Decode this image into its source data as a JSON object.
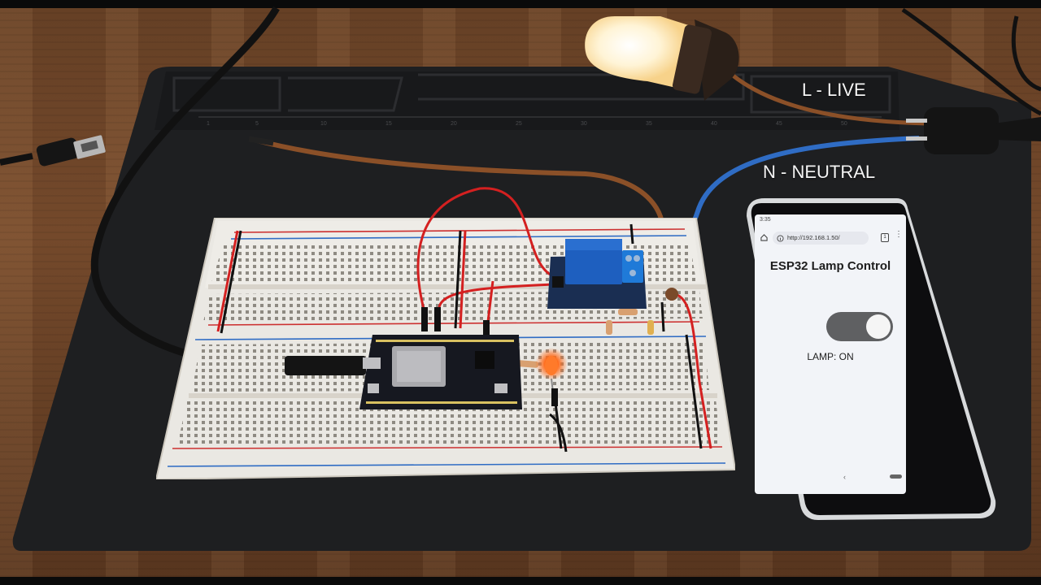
{
  "overlay_labels": {
    "live": "L - LIVE",
    "neutral": "N - NEUTRAL"
  },
  "phone": {
    "status_time": "3:35",
    "url": "http://192.168.1.50/",
    "tab_count": "1",
    "page_title": "ESP32 Lamp Control",
    "lamp_status": "LAMP: ON",
    "toggle_state": "on",
    "nav_back": "‹"
  },
  "colors": {
    "desk": "#6b4327",
    "mat": "#1e1f21",
    "breadboard": "#eae8e3",
    "esp32": "#161820",
    "relay": "#1e5fbf",
    "led": "#ff6a1a",
    "lamp_glow": "#fff4d6",
    "live_wire": "#8b5028",
    "neutral_wire": "#2f6cc4",
    "jumper_red": "#d42020",
    "toggle": "#5f6062"
  },
  "icons": [
    "home-icon",
    "info-icon",
    "tab-switcher-icon",
    "menu-dots-icon",
    "usb-plug-icon",
    "power-plug-icon"
  ]
}
